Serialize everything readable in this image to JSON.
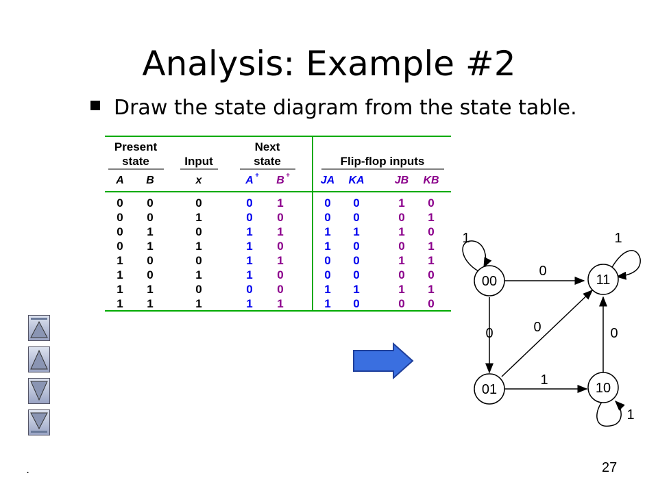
{
  "slide": {
    "title": "Analysis: Example #2",
    "bullet": "Draw the state diagram from the state table.",
    "page_number": "27",
    "footer_mark": "."
  },
  "table": {
    "groups": [
      "Present",
      "state",
      "Input",
      "Next",
      "state",
      "Flip-flop inputs"
    ],
    "columns": [
      "A",
      "B",
      "x",
      "A",
      "B",
      "JA",
      "KA",
      "JB",
      "KB"
    ],
    "plus_marks": [
      "+",
      "+"
    ],
    "colors": {
      "black": "#000000",
      "next_A": "#0000ee",
      "next_B": "#8b008b",
      "ff_A": "#0000ee",
      "ff_B": "#8b008b",
      "rule": "#00aa00"
    },
    "rows": [
      [
        "0",
        "0",
        "0",
        "0",
        "1",
        "0",
        "0",
        "1",
        "0"
      ],
      [
        "0",
        "0",
        "1",
        "0",
        "0",
        "0",
        "0",
        "0",
        "1"
      ],
      [
        "0",
        "1",
        "0",
        "1",
        "1",
        "1",
        "1",
        "1",
        "0"
      ],
      [
        "0",
        "1",
        "1",
        "1",
        "0",
        "1",
        "0",
        "0",
        "1"
      ],
      [
        "1",
        "0",
        "0",
        "1",
        "1",
        "0",
        "0",
        "1",
        "1"
      ],
      [
        "1",
        "0",
        "1",
        "1",
        "0",
        "0",
        "0",
        "0",
        "0"
      ],
      [
        "1",
        "1",
        "0",
        "0",
        "0",
        "1",
        "1",
        "1",
        "1"
      ],
      [
        "1",
        "1",
        "1",
        "1",
        "1",
        "1",
        "0",
        "0",
        "0"
      ]
    ]
  },
  "diagram": {
    "states": [
      "00",
      "11",
      "01",
      "10"
    ],
    "labels": {
      "self_00": "1",
      "self_11": "1",
      "t_00_11": "0",
      "t_00_01": "0",
      "t_01_11": "0",
      "t_10_11": "0",
      "t_01_10": "1",
      "self_10": "1"
    }
  },
  "navigation": {
    "buttons": [
      "first-slide-icon",
      "previous-slide-icon",
      "next-slide-icon",
      "last-slide-icon"
    ],
    "arrow": "right-arrow-icon",
    "arrow_color": "#3a6fe0"
  }
}
